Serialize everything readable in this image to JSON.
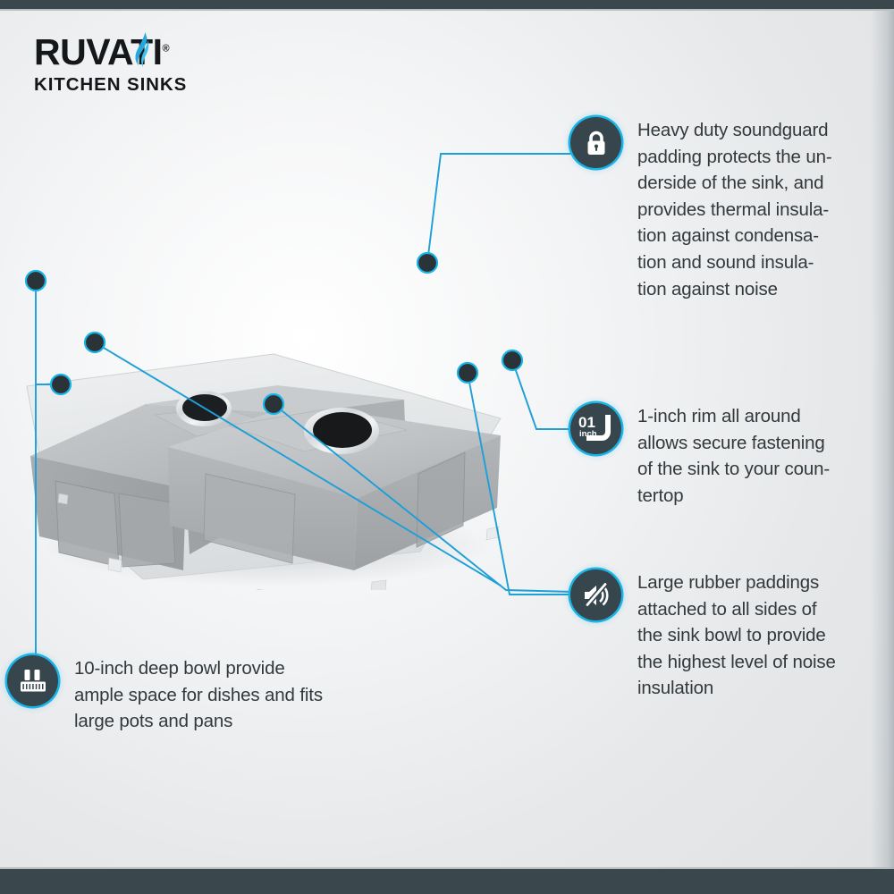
{
  "brand": {
    "name": "RUVATI",
    "registered": "®",
    "tagline": "KITCHEN SINKS",
    "logo_swoosh_icon": "water-drop-flame"
  },
  "theme": {
    "accent": "#19b4e8",
    "line": "#1d9fd8",
    "badge_bg": "#36464c",
    "text": "#32393c",
    "band": "#3a474c",
    "background": "#e7e9ea"
  },
  "product": {
    "name": "undermount-double-bowl-sink-underside",
    "alt": "Underside view of a stainless steel double bowl kitchen sink with soundguard padding and rubber dampening pads"
  },
  "callouts": [
    {
      "id": "soundguard",
      "icon": "lock-icon",
      "text": "Heavy duty soundguard\npadding protects the un-\nderside of the sink, and\nprovides thermal insula-\ntion against condensa-\ntion and sound insula-\ntion against noise"
    },
    {
      "id": "rim",
      "icon": "one-inch-rim-icon",
      "icon_number": "01",
      "icon_unit": "inch",
      "text": "1-inch rim all around\nallows secure fastening\nof the sink to your coun-\ntertop"
    },
    {
      "id": "rubber-padding",
      "icon": "mute-icon",
      "text": "Large rubber paddings\nattached to all sides of\nthe sink bowl to provide\nthe highest level of noise\ninsulation"
    },
    {
      "id": "deep-bowl",
      "icon": "depth-ruler-icon",
      "text": "10-inch deep bowl provide\nample space for dishes and fits\nlarge pots and pans"
    }
  ]
}
